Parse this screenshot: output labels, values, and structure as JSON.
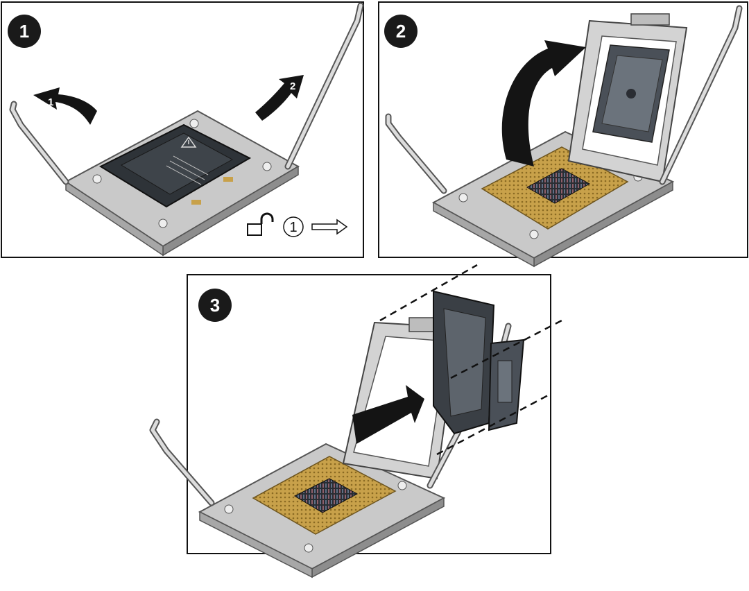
{
  "panels": [
    {
      "step": "1",
      "arrows": [
        "1",
        "2"
      ],
      "hint_number": "1"
    },
    {
      "step": "2"
    },
    {
      "step": "3"
    }
  ],
  "colors": {
    "metal": "#c9c9c9",
    "metal_dark": "#7d7d7d",
    "cover": "#2e3338",
    "gold": "#c8a14a",
    "chip": "#2a2d33",
    "arrow": "#141414"
  }
}
